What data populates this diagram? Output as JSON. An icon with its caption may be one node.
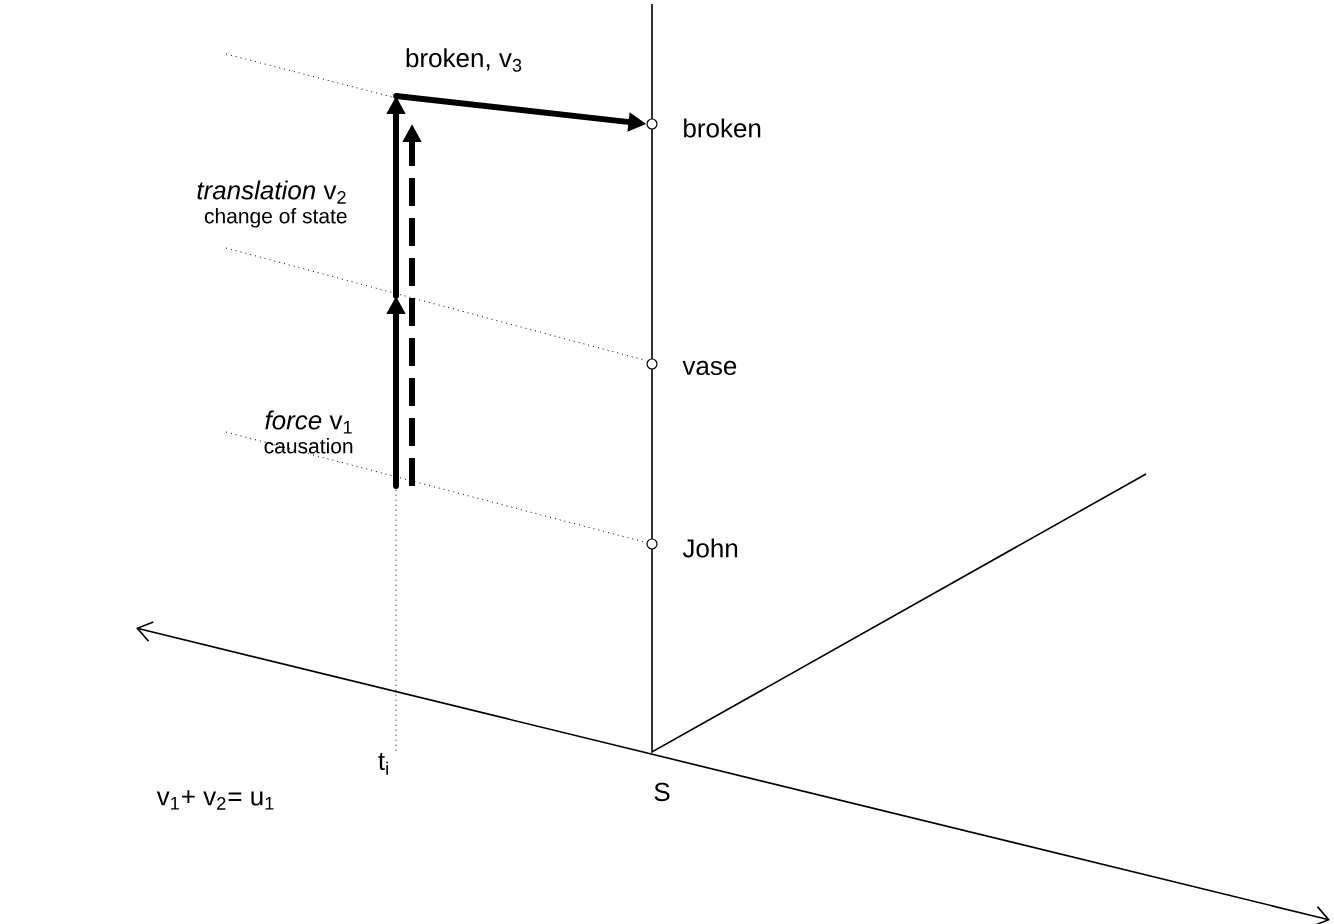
{
  "diagram": {
    "nodes": [
      {
        "text": [
          "*translation* v$_{2}$",
          "change of state"
        ]
      },
      {
        "text": [
          "*force*  v$_{1}$",
          "causation"
        ]
      },
      {
        "text": [],
        "shape": "point",
        "beside": [
          "broken, v$_{3}$"
        ]
      },
      {
        "text": [],
        "shape": "circle",
        "beside": [
          "broken"
        ]
      },
      {
        "text": [],
        "shape": "circle",
        "beside": [
          "vase"
        ]
      },
      {
        "text": [],
        "shape": "circle",
        "beside": [
          "John"
        ]
      },
      {
        "text": [
          "t$_{i}$"
        ]
      },
      {
        "text": [],
        "shape": "point"
      },
      {
        "text": [],
        "shape": "point"
      }
    ],
    "edges": [
      {
        "from": 8,
        "to": 7,
        "arrow": "to"
      },
      {
        "from": 7,
        "to": 2,
        "arrow": "to"
      },
      {
        "from": 8,
        "to": 2,
        "arrow": "to",
        "style": "dashed"
      },
      {
        "from": 2,
        "to": 3,
        "arrow": "to"
      },
      {
        "from": 6,
        "to": 8,
        "arrow": "none",
        "style": "dashed"
      }
    ],
    "labels": [
      "S",
      "v$_{1}$+ v$_{2}$= u$_{1}$"
    ]
  }
}
